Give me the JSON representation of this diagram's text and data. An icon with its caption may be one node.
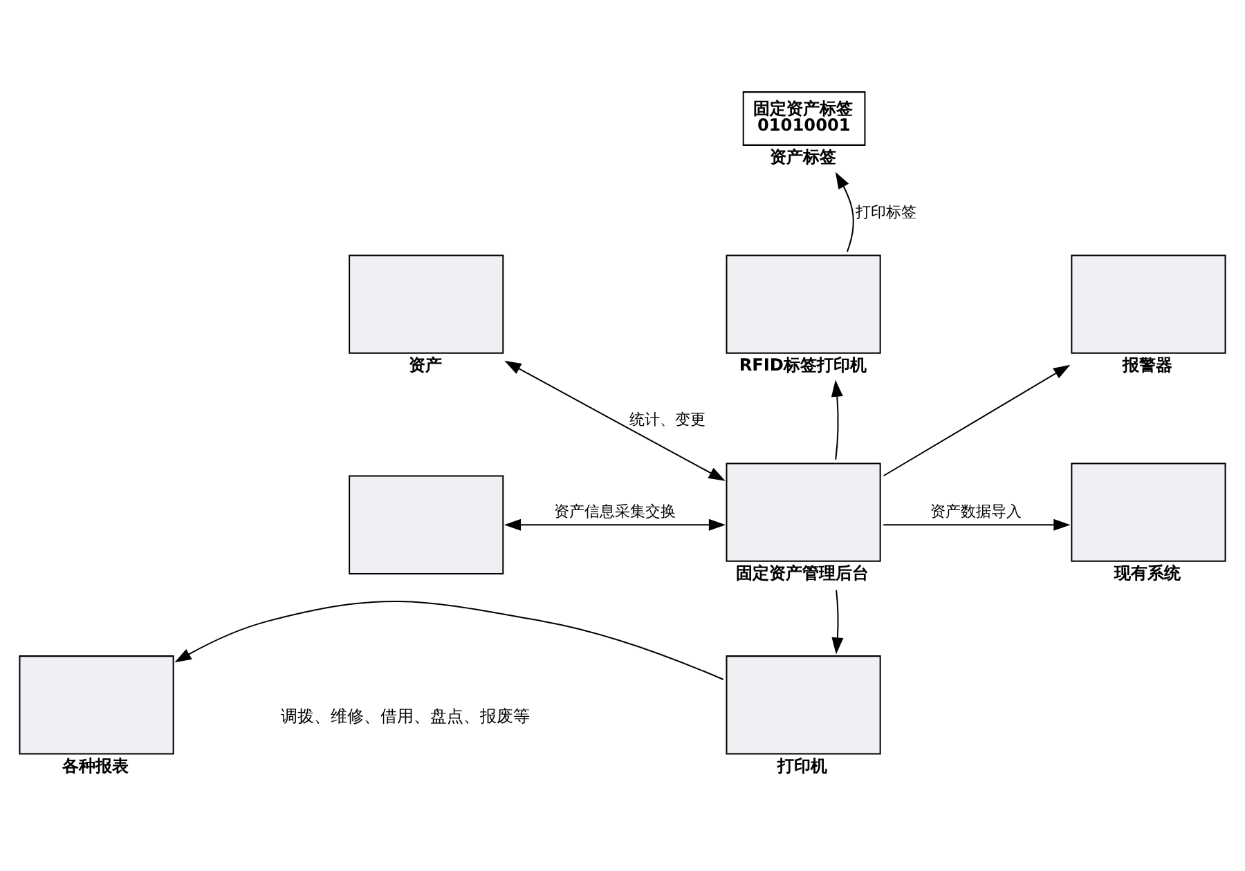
{
  "diagram": {
    "nodes": [
      {
        "text": [],
        "shape": "box",
        "beside": [
          "资产"
        ]
      },
      {
        "text": [
          "固定资产标签",
          "01010001"
        ],
        "beside": [
          "资产标签"
        ]
      },
      {
        "text": [],
        "shape": "box",
        "beside": [
          "RFID标签打印机"
        ]
      },
      {
        "text": [],
        "shape": "box",
        "beside": [
          "报警器"
        ]
      },
      {
        "text": [],
        "shape": "box"
      },
      {
        "text": [],
        "shape": "box",
        "beside": [
          "固定资产管理后台"
        ]
      },
      {
        "text": [],
        "shape": "box",
        "beside": [
          "现有系统"
        ]
      },
      {
        "text": [],
        "shape": "box",
        "beside": [
          "打印机"
        ]
      },
      {
        "text": [],
        "shape": "box",
        "beside": [
          "各种报表"
        ]
      }
    ],
    "edges": [
      {
        "from": 0,
        "to": 5,
        "arrow": "both",
        "label": "统计、变更"
      },
      {
        "from": 2,
        "to": 1,
        "arrow": "to",
        "label": "打印标签"
      },
      {
        "from": 5,
        "to": 2,
        "arrow": "to"
      },
      {
        "from": 5,
        "to": 3,
        "arrow": "to"
      },
      {
        "from": 4,
        "to": 5,
        "arrow": "both",
        "label": "资产信息采集交换"
      },
      {
        "from": 5,
        "to": 6,
        "arrow": "to",
        "label": "资产数据导入"
      },
      {
        "from": 5,
        "to": 7,
        "arrow": "to"
      },
      {
        "from": 7,
        "to": 8,
        "arrow": "to"
      }
    ],
    "labels": [
      "调拨、维修、借用、盘点、报废等"
    ]
  }
}
